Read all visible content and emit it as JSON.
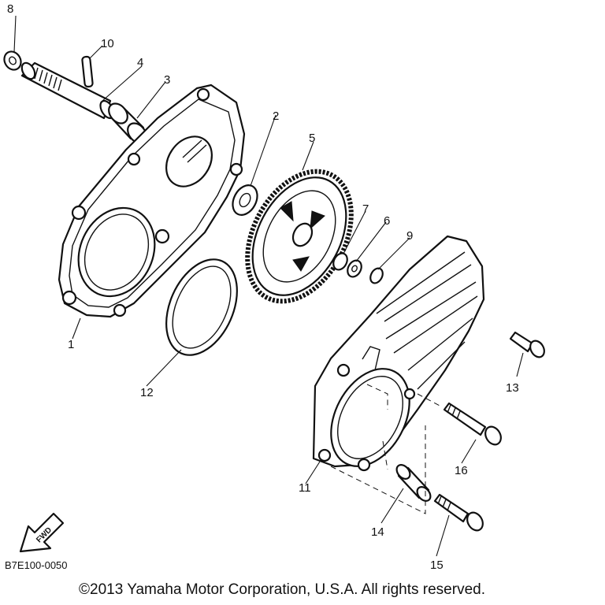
{
  "callouts": [
    "8",
    "10",
    "4",
    "3",
    "2",
    "5",
    "7",
    "6",
    "9",
    "1",
    "12",
    "13",
    "16",
    "11",
    "14",
    "15"
  ],
  "arrow_text": "FWD",
  "diagram_code": "B7E100-0050",
  "copyright": "©2013 Yamaha Motor Corporation, U.S.A. All rights reserved.",
  "colors": {
    "line": "#111111",
    "background": "#ffffff"
  }
}
